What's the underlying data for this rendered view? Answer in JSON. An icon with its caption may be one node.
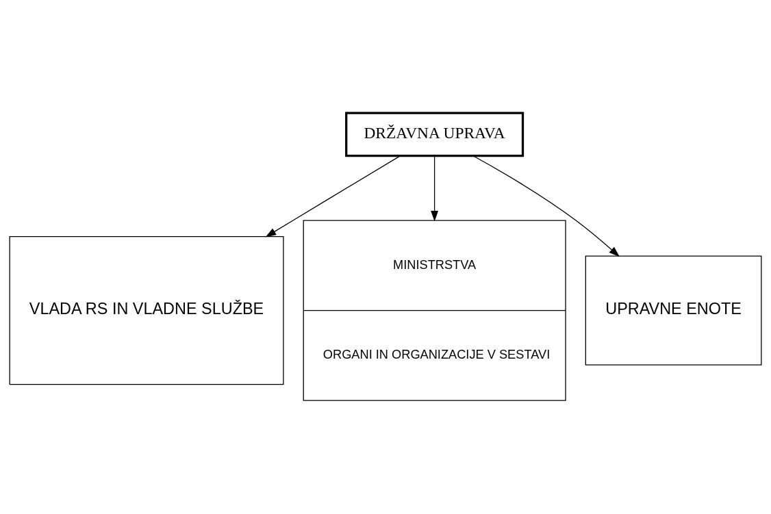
{
  "diagram": {
    "nodes": [
      {
        "text": [
          "DRŽAVNA UPRAVA"
        ]
      },
      {
        "text": [
          "VLADA RS IN VLADNE SLUŽBE"
        ]
      },
      {
        "text": [
          "MINISTRSTVA",
          "ORGANI IN ORGANIZACIJE V SESTAVI"
        ]
      },
      {
        "text": [
          "UPRAVNE ENOTE"
        ]
      }
    ],
    "edges": [
      {
        "from": 0,
        "to": 1,
        "arrow": "to"
      },
      {
        "from": 0,
        "to": 2,
        "arrow": "to"
      },
      {
        "from": 0,
        "to": 3,
        "arrow": "to"
      }
    ]
  }
}
